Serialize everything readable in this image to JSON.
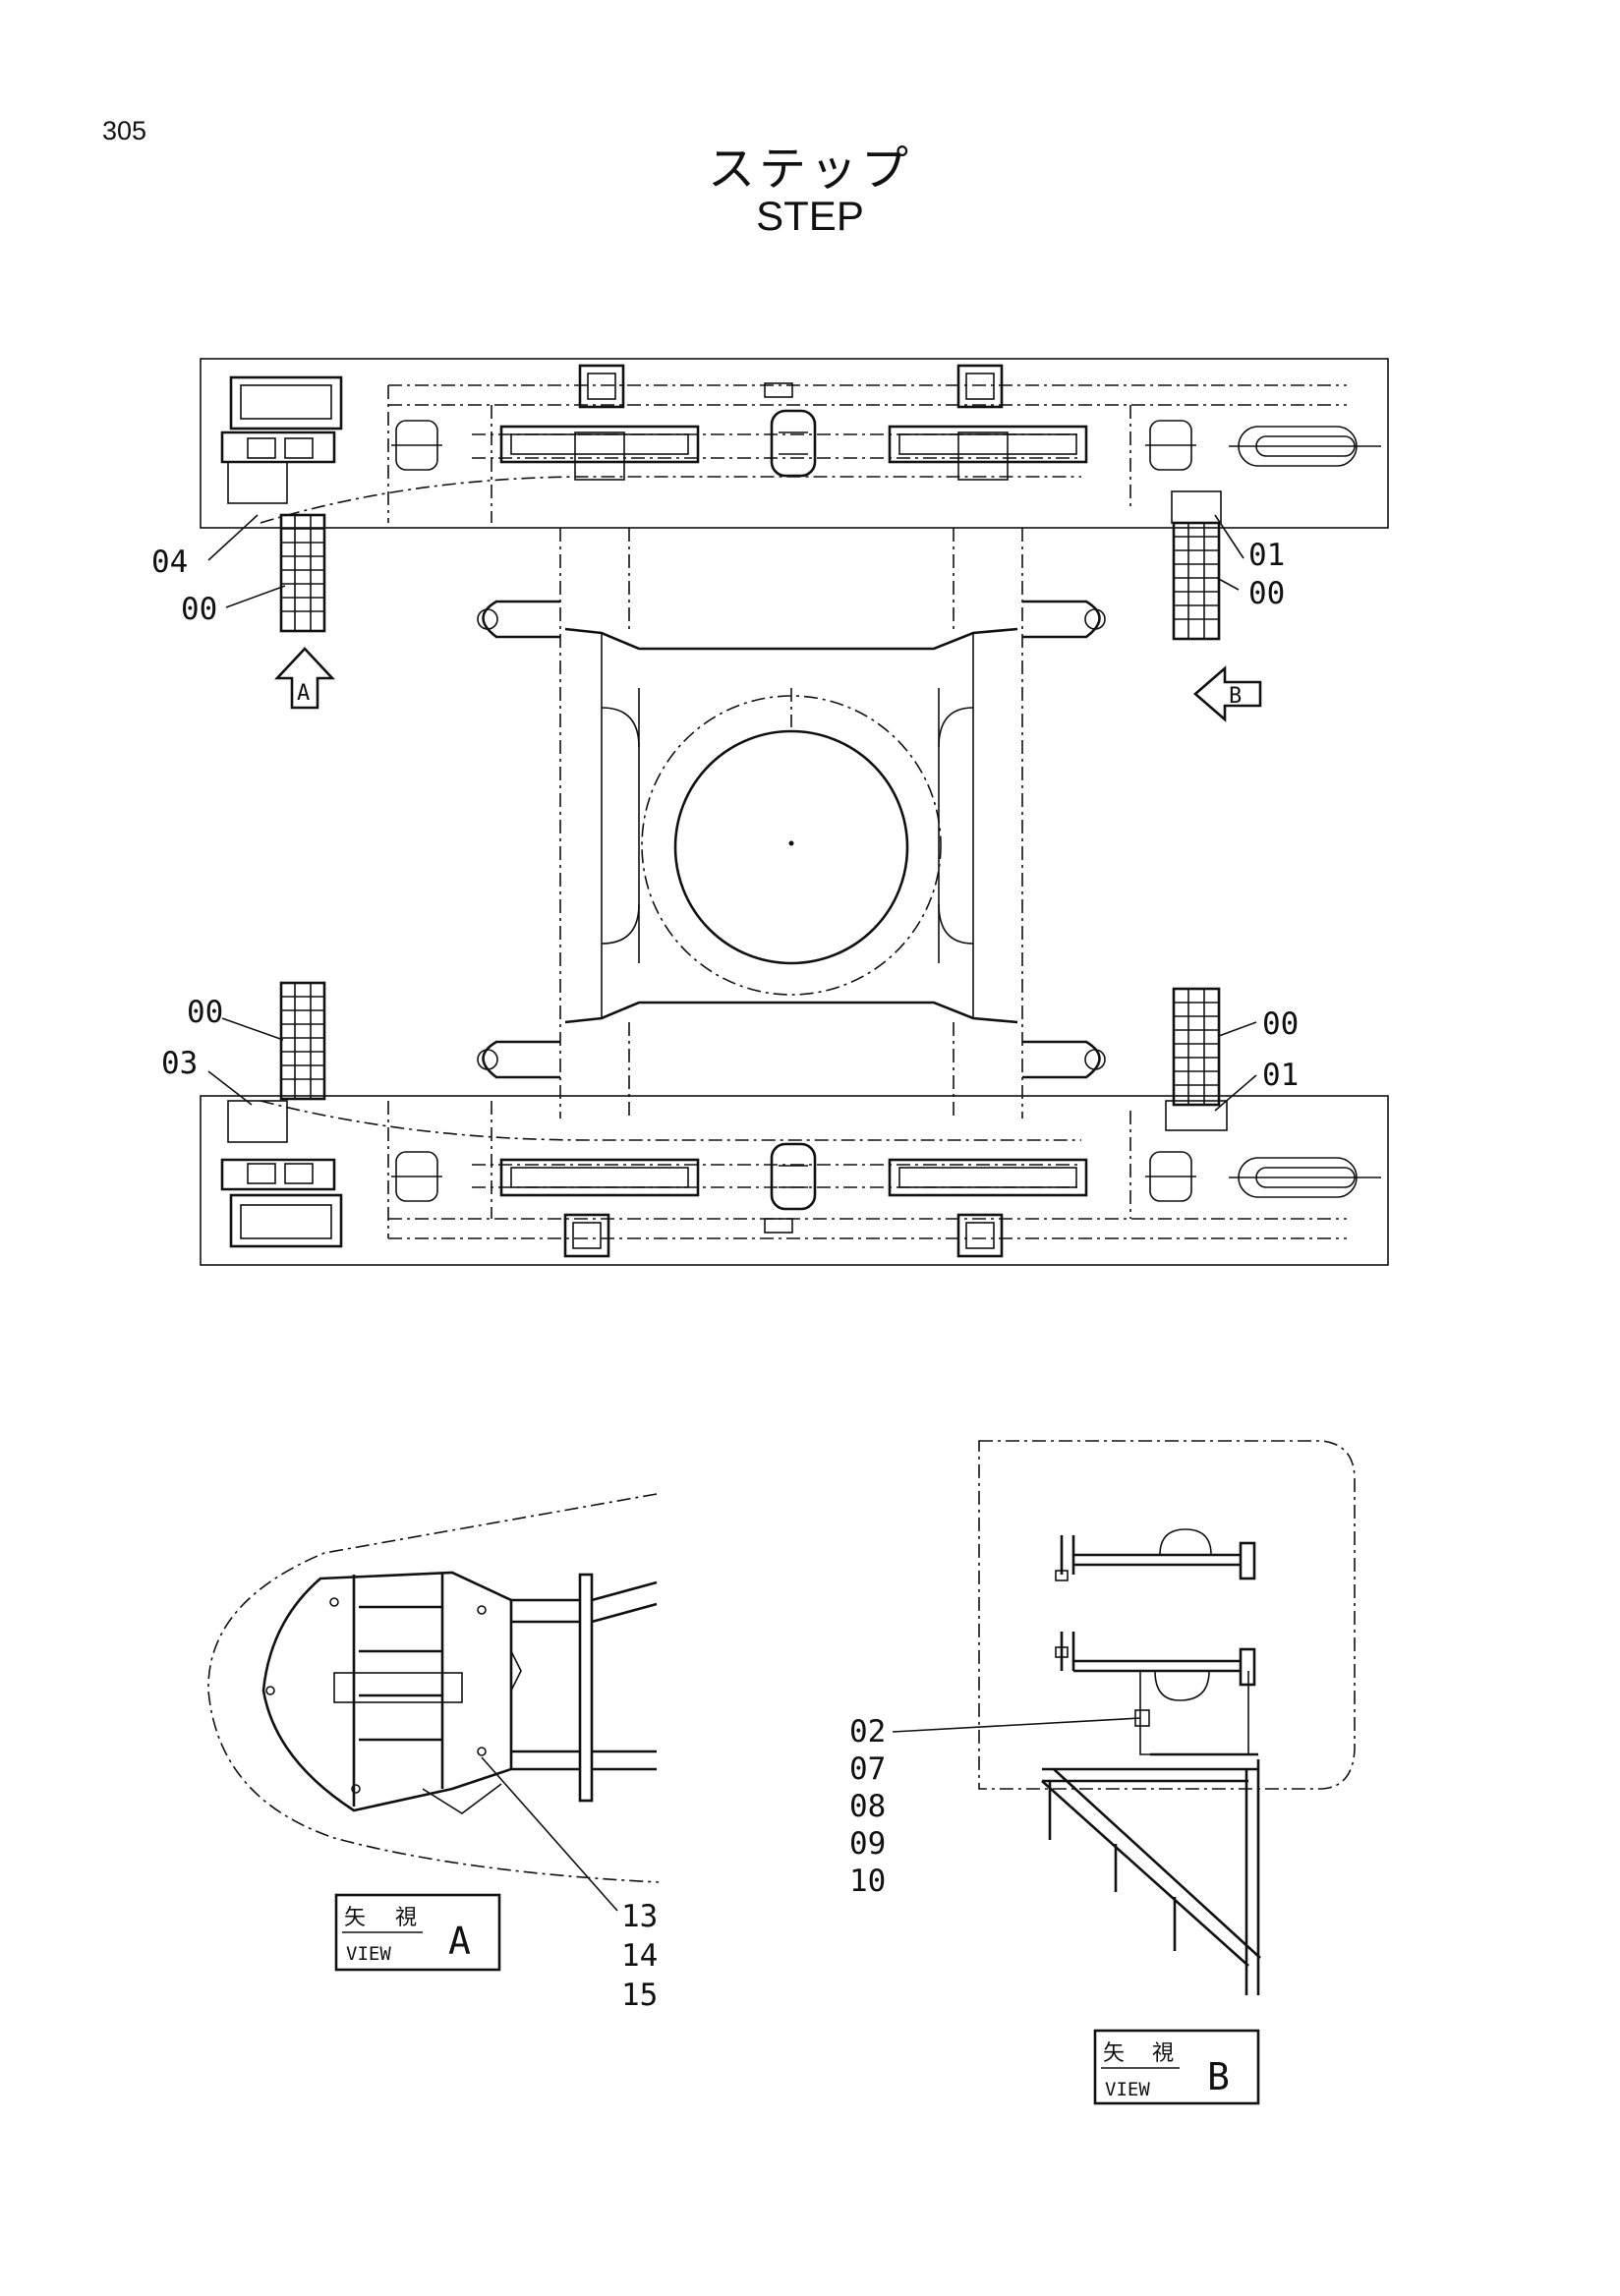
{
  "page": {
    "number": "305"
  },
  "title": {
    "ja": "ステップ",
    "en": "STEP"
  },
  "callouts": {
    "c04": "04",
    "c00_a": "00",
    "c01_top": "01",
    "c00_b": "00",
    "c00_c": "00",
    "c03": "03",
    "c00_d": "00",
    "c01_bot": "01",
    "c13": "13",
    "c14": "14",
    "c15": "15",
    "c02": "02",
    "c07": "07",
    "c08": "08",
    "c09": "09",
    "c10": "10"
  },
  "view_arrows": {
    "a": "A",
    "b": "B"
  },
  "view_a": {
    "label_ja_1": "矢",
    "label_ja_2": "視",
    "label_en": "VIEW",
    "letter": "A"
  },
  "view_b": {
    "label_ja_1": "矢",
    "label_ja_2": "視",
    "label_en": "VIEW",
    "letter": "B"
  }
}
